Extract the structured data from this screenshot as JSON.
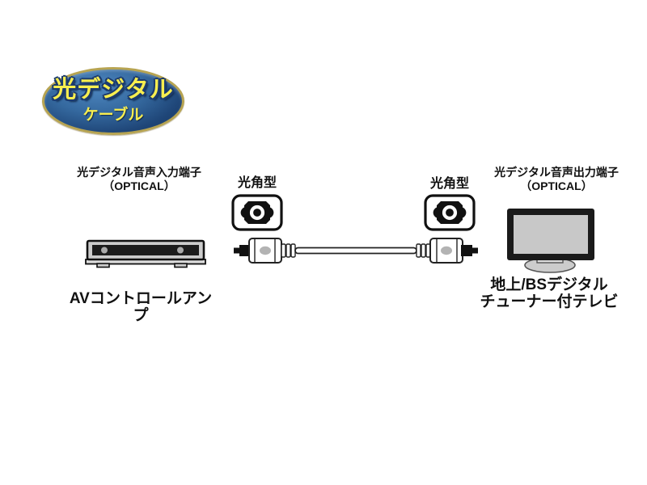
{
  "badge": {
    "title": "光デジタル",
    "subtitle": "ケーブル",
    "bg_color": "#2f67a1",
    "border_color": "#b7a452",
    "text_color": "#f8ee4f"
  },
  "left_device": {
    "port_label": "光デジタル音声入力端子",
    "port_label_sub": "（OPTICAL）",
    "device_name": "AVコントロールアンプ"
  },
  "cable": {
    "left_plug_label": "光角型",
    "right_plug_label": "光角型"
  },
  "right_device": {
    "port_label": "光デジタル音声出力端子",
    "port_label_sub": "（OPTICAL）",
    "device_name_line1": "地上/BSデジタル",
    "device_name_line2": "チューナー付テレビ"
  }
}
